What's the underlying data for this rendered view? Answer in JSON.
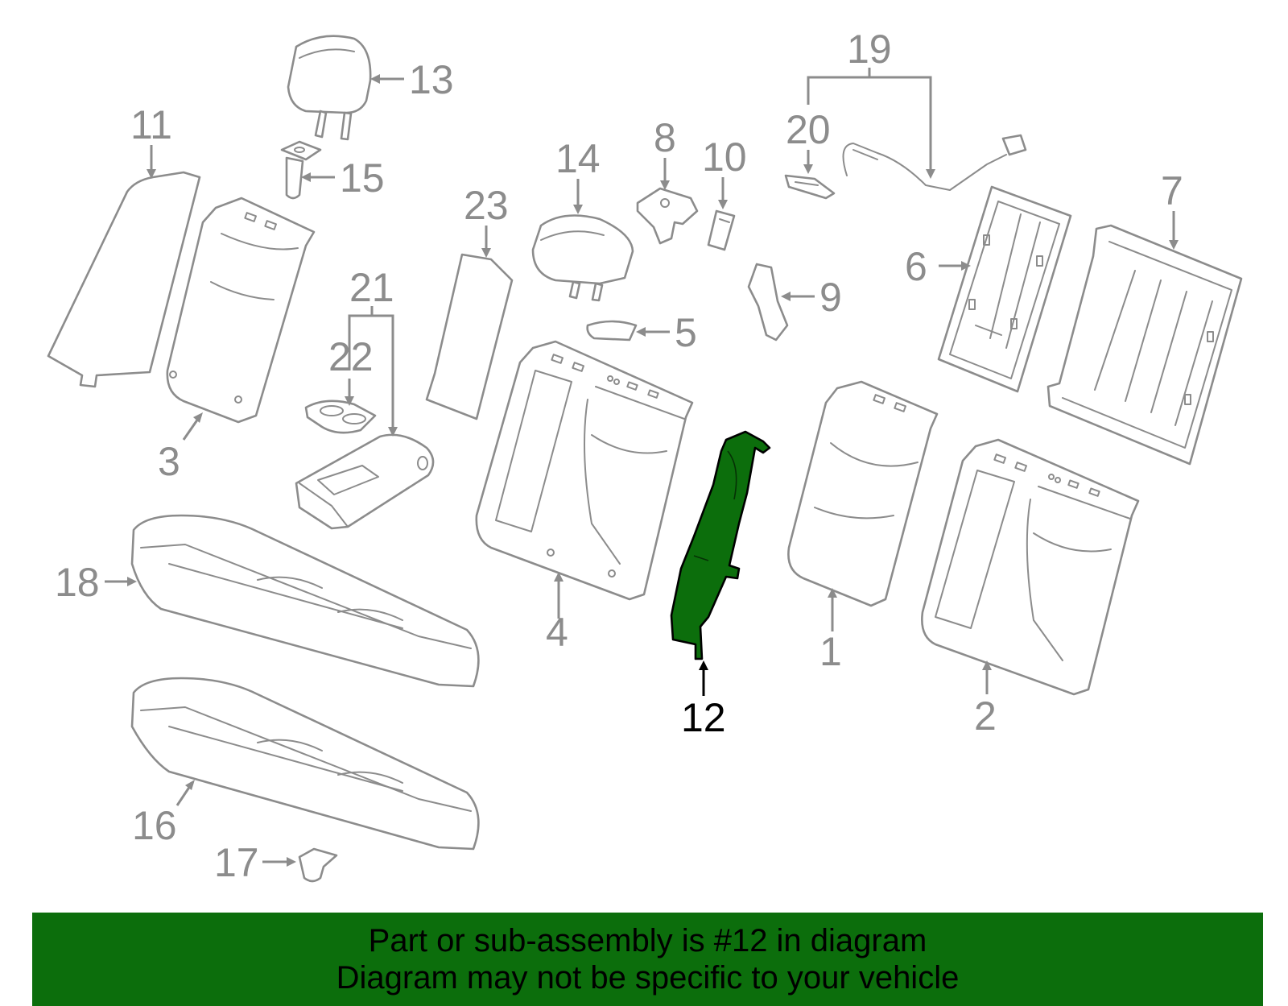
{
  "diagram": {
    "highlighted_part": "12",
    "colors": {
      "part_stroke": "#8c8c8c",
      "highlight_fill": "#0c6e0c",
      "highlight_stroke": "#000000",
      "banner_background": "#0c6e0c",
      "banner_text": "#000000"
    },
    "callouts": {
      "c1": "1",
      "c2": "2",
      "c3": "3",
      "c4": "4",
      "c5": "5",
      "c6": "6",
      "c7": "7",
      "c8": "8",
      "c9": "9",
      "c10": "10",
      "c11": "11",
      "c12": "12",
      "c13": "13",
      "c14": "14",
      "c15": "15",
      "c16": "16",
      "c17": "17",
      "c18": "18",
      "c19": "19",
      "c20": "20",
      "c21": "21",
      "c22": "22",
      "c23": "23"
    }
  },
  "banner": {
    "line1": "Part or sub-assembly is #12 in diagram",
    "line2": "Diagram may not be specific to your vehicle"
  }
}
